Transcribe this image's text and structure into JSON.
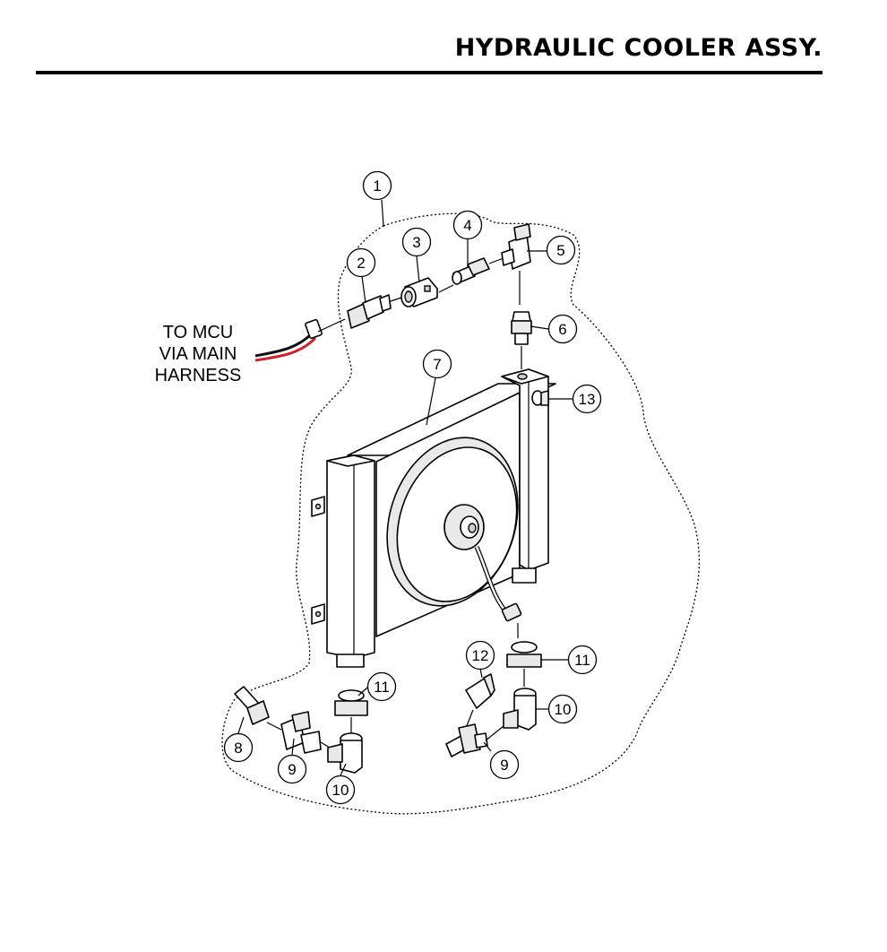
{
  "header": {
    "title": "HYDRAULIC COOLER ASSY."
  },
  "note": {
    "lines": [
      "TO MCU",
      "VIA MAIN",
      "HARNESS"
    ]
  },
  "callouts": [
    "1",
    "2",
    "3",
    "4",
    "5",
    "6",
    "7",
    "8",
    "9",
    "10",
    "11",
    "12",
    "13"
  ],
  "colors": {
    "wire_red": "#d0202a",
    "wire_black": "#111111"
  }
}
